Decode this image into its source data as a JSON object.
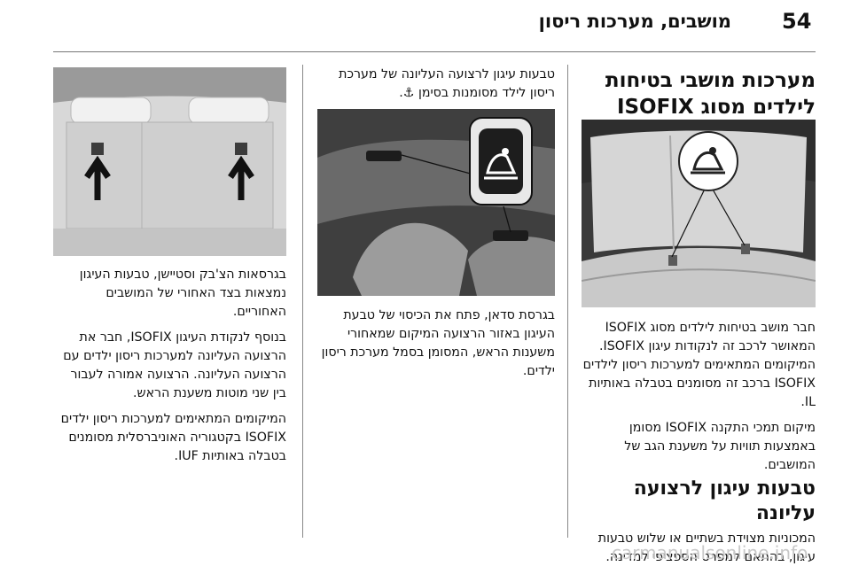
{
  "header": {
    "page_number": "54",
    "running_title": "מושבים, מערכות ריסון"
  },
  "col_right": {
    "heading": "מערכות מושבי בטיחות לילדים מסוג ISOFIX",
    "paragraphs": [
      "חבר מושב בטיחות לילדים מסוג ISOFIX המאושר לרכב זה לנקודות עיגון ISOFIX. המיקומים המתאימים למערכות ריסון לילדים ISOFIX ברכב זה מסומנים בטבלה באותיות IL.",
      "מיקום תמכי התקנה ISOFIX מסומן באמצעות תוויות על משענת הגב של המושבים."
    ],
    "heading2": "טבעות עיגון לרצועה עליונה",
    "paragraph3": "המכוניות מצוידת בשתיים או שלוש טבעות עיגון, בהתאם למפרט הספציפי למדינה."
  },
  "col_middle": {
    "paragraph_top": "טבעות עיגון לרצועה העליונה של מערכת ריסון לילד מסומנות בסימן ⚓.",
    "paragraph_bottom": "בגרסת סדאן, פתח את הכיסוי של טבעת העיגון באזור הרצועה המיקום שמאחורי משענות הראש, המסומן בסמל מערכת ריסון ילדים."
  },
  "col_left": {
    "paragraphs": [
      "בגרסאות הצ'בק וסטיישן, טבעות העיגון נמצאות בצד האחורי של המושבים האחוריים.",
      "בנוסף לנקודת העיגון ISOFIX, חבר את הרצועה העליונה למערכות ריסון ילדים עם הרצועה העליונה. הרצועה אמורה לעבור בין שני מוטות משענת הראש.",
      "המיקומים המתאימים למערכות ריסון ילדים ISOFIX בקטגוריה האוניברסלית מסומנים בטבלה באותיות IUF."
    ]
  },
  "figure_labels": {
    "seat_symbol": "child-seat-symbol"
  },
  "watermark": "carmanualsonline.info"
}
